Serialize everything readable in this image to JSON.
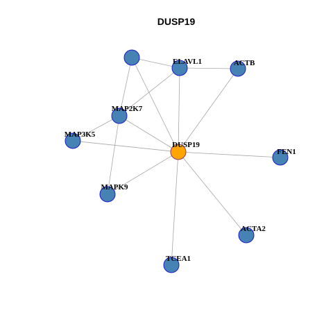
{
  "title": "DUSP19",
  "colors": {
    "node_fill": "#4682b4",
    "node_stroke": "#1a1acd",
    "center_fill": "#ffa500",
    "center_stroke": "#8b3a62",
    "edge": "#a6a6a6"
  },
  "nodes": [
    {
      "id": "DUSP19",
      "label": "DUSP19",
      "center": true
    },
    {
      "id": "ELAVL1",
      "label": "ELAVL1"
    },
    {
      "id": "ACTB",
      "label": "ACTB"
    },
    {
      "id": "MAP2K7",
      "label": "MAP2K7"
    },
    {
      "id": "MAP3K5",
      "label": "MAP3K5"
    },
    {
      "id": "FEN1",
      "label": "FEN1"
    },
    {
      "id": "MAPK9",
      "label": "MAPK9"
    },
    {
      "id": "ACTA2",
      "label": "ACTA2"
    },
    {
      "id": "TCEA1",
      "label": "TCEA1"
    },
    {
      "id": "unlabeled",
      "label": ""
    }
  ],
  "edges": [
    [
      "unlabeled",
      "ELAVL1"
    ],
    [
      "unlabeled",
      "MAP2K7"
    ],
    [
      "unlabeled",
      "DUSP19"
    ],
    [
      "ELAVL1",
      "ACTB"
    ],
    [
      "ELAVL1",
      "MAP2K7"
    ],
    [
      "ELAVL1",
      "DUSP19"
    ],
    [
      "ACTB",
      "DUSP19"
    ],
    [
      "MAP2K7",
      "MAP3K5"
    ],
    [
      "MAP2K7",
      "DUSP19"
    ],
    [
      "MAP2K7",
      "MAPK9"
    ],
    [
      "MAP3K5",
      "DUSP19"
    ],
    [
      "DUSP19",
      "FEN1"
    ],
    [
      "DUSP19",
      "MAPK9"
    ],
    [
      "DUSP19",
      "ACTA2"
    ],
    [
      "DUSP19",
      "TCEA1"
    ]
  ]
}
